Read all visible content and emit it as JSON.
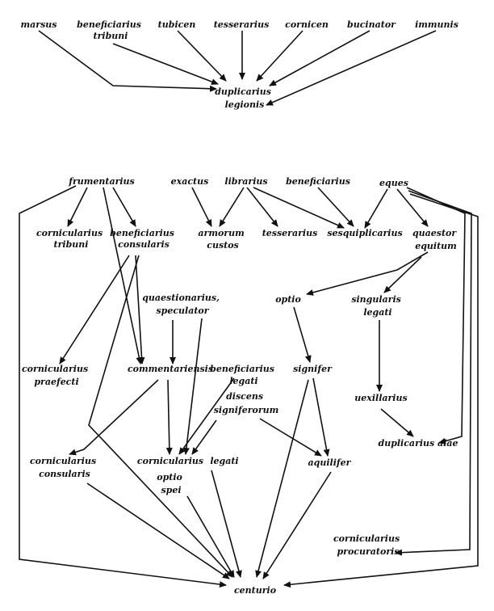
{
  "diagram": {
    "upper": {
      "sources": [
        "marsus",
        "beneficiarius tribuni",
        "tubicen",
        "tesserarius",
        "cornicen",
        "bucinator",
        "immunis"
      ],
      "target": "duplicarius legionis"
    },
    "lower": {
      "nodes": {
        "frumentarius": "frumentarius",
        "exactus": "exactus",
        "librarius": "librarius",
        "beneficiarius": "beneficiarius",
        "eques": "eques",
        "cornicularius_tribuni": "cornicularius tribuni",
        "beneficiarius_consularis": "beneficiarius consularis",
        "armorum_custos": "armorum custos",
        "tesserarius": "tesserarius",
        "sesquiplicarius": "sesquiplicarius",
        "quaestor_equitum": "quaestor equitum",
        "quaestionarius_speculator": "quaestionarius, speculator",
        "optio": "optio",
        "singularis_legati": "singularis legati",
        "cornicularius_praefecti": "cornicularius praefecti",
        "commentariensis": "commentariensis",
        "beneficiarius_legati": "beneficiarius legati",
        "discens_signiferorum": "discens signiferorum",
        "signifer": "signifer",
        "uexillarius": "uexillarius",
        "duplicarius_alae": "duplicarius alae",
        "cornicularius_consularis": "cornicularius consularis",
        "cornicularius": "cornicularius",
        "legati": "legati",
        "optio_spei": "optio spei",
        "aquilifer": "aquilifer",
        "cornicularius_procuratoris": "cornicularius procuratoris",
        "centurio": "centurio"
      },
      "edges": [
        [
          "frumentarius",
          "cornicularius_tribuni"
        ],
        [
          "frumentarius",
          "beneficiarius_consularis"
        ],
        [
          "frumentarius",
          "commentariensis"
        ],
        [
          "frumentarius",
          "centurio"
        ],
        [
          "exactus",
          "armorum_custos"
        ],
        [
          "librarius",
          "armorum_custos"
        ],
        [
          "librarius",
          "tesserarius"
        ],
        [
          "librarius",
          "sesquiplicarius"
        ],
        [
          "beneficiarius",
          "sesquiplicarius"
        ],
        [
          "eques",
          "sesquiplicarius"
        ],
        [
          "eques",
          "quaestor_equitum"
        ],
        [
          "eques",
          "duplicarius_alae"
        ],
        [
          "eques",
          "cornicularius_procuratoris"
        ],
        [
          "eques",
          "centurio"
        ],
        [
          "quaestor_equitum",
          "optio"
        ],
        [
          "quaestor_equitum",
          "singularis_legati"
        ],
        [
          "beneficiarius_consularis",
          "cornicularius_praefecti"
        ],
        [
          "beneficiarius_consularis",
          "commentariensis"
        ],
        [
          "beneficiarius_consularis",
          "centurio"
        ],
        [
          "quaestionarius_speculator",
          "commentariensis"
        ],
        [
          "quaestionarius_speculator",
          "cornicularius"
        ],
        [
          "commentariensis",
          "cornicularius_consularis"
        ],
        [
          "commentariensis",
          "cornicularius"
        ],
        [
          "beneficiarius_legati",
          "cornicularius"
        ],
        [
          "discens_signiferorum",
          "aquilifer"
        ],
        [
          "optio",
          "signifer"
        ],
        [
          "signifer",
          "aquilifer"
        ],
        [
          "signifer",
          "centurio"
        ],
        [
          "singularis_legati",
          "uexillarius"
        ],
        [
          "uexillarius",
          "duplicarius_alae"
        ],
        [
          "cornicularius_consularis",
          "centurio"
        ],
        [
          "legati",
          "centurio"
        ],
        [
          "optio_spei",
          "centurio"
        ],
        [
          "aquilifer",
          "centurio"
        ]
      ]
    }
  }
}
